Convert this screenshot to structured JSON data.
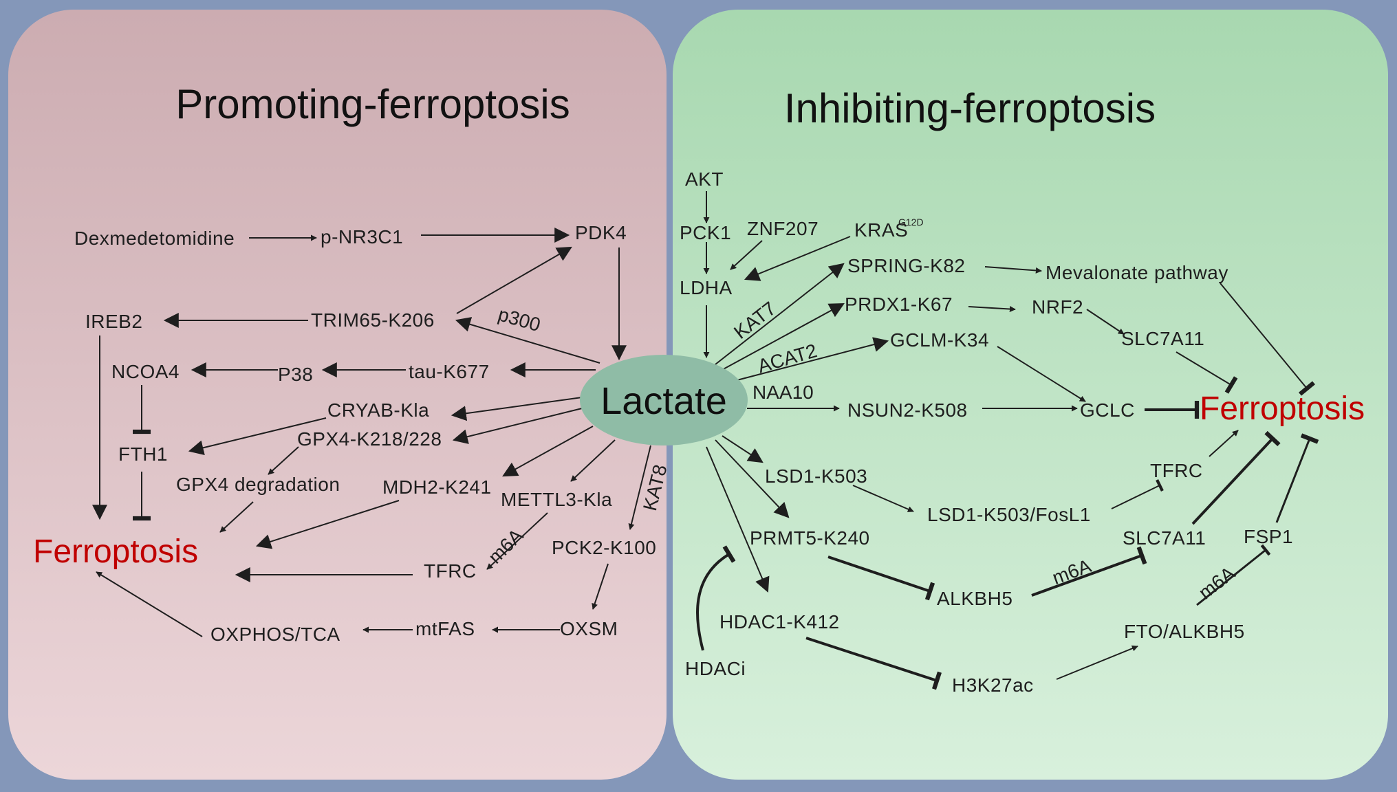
{
  "colors": {
    "frame": "#8497b9",
    "left_panel_top": "#ccacb1",
    "left_panel_bottom": "#ecd6d9",
    "right_panel_top": "#a8d8b0",
    "right_panel_bottom": "#d8f0dc",
    "center_ellipse": "#8fbca6",
    "text": "#1e1e1e",
    "ferroptosis_red": "#c00000"
  },
  "titles": {
    "left": "Promoting-ferroptosis",
    "right": "Inhibiting-ferroptosis"
  },
  "center": {
    "label": "Lactate"
  },
  "left_nodes": {
    "dexmedetomidine": "Dexmedetomidine",
    "p_nr3c1": "p-NR3C1",
    "pdk4": "PDK4",
    "ireb2": "IREB2",
    "trim65": "TRIM65-K206",
    "ncoa4": "NCOA4",
    "p38": "P38",
    "tau": "tau-K677",
    "cryab": "CRYAB-Kla",
    "fth1": "FTH1",
    "gpx4_k": "GPX4-K218/228",
    "gpx4_deg": "GPX4  degradation",
    "mdh2": "MDH2-K241",
    "mettl3": "METTL3-Kla",
    "ferroptosis": "Ferroptosis",
    "pck2": "PCK2-K100",
    "tfrc": "TFRC",
    "oxphos": "OXPHOS/TCA",
    "mtfas": "mtFAS",
    "oxsm": "OXSM"
  },
  "left_labels": {
    "p300": "p300",
    "m6a": "m6A",
    "kat8": "KAT8"
  },
  "right_nodes": {
    "akt": "AKT",
    "pck1": "PCK1",
    "znf207": "ZNF207",
    "kras": "KRAS",
    "kras_sup": "G12D",
    "ldha": "LDHA",
    "spring": "SPRING-K82",
    "mevalonate": "Mevalonate  pathway",
    "prdx1": "PRDX1-K67",
    "nrf2": "NRF2",
    "slc7a11_top": "SLC7A11",
    "gclm": "GCLM-K34",
    "nsun2": "NSUN2-K508",
    "gclc": "GCLC",
    "ferroptosis": "Ferroptosis",
    "lsd1": "LSD1-K503",
    "tfrc": "TFRC",
    "lsd1_fosl1": "LSD1-K503/FosL1",
    "prmt5": "PRMT5-K240",
    "slc7a11_low": "SLC7A11",
    "fsp1": "FSP1",
    "alkbh5": "ALKBH5",
    "hdac1": "HDAC1-K412",
    "fto_alkbh5": "FTO/ALKBH5",
    "hdaci": "HDACi",
    "h3k27ac": "H3K27ac"
  },
  "right_labels": {
    "kat7": "KAT7",
    "acat2": "ACAT2",
    "naa10": "NAA10",
    "m6a_1": "m6A",
    "m6a_2": "m6A"
  }
}
